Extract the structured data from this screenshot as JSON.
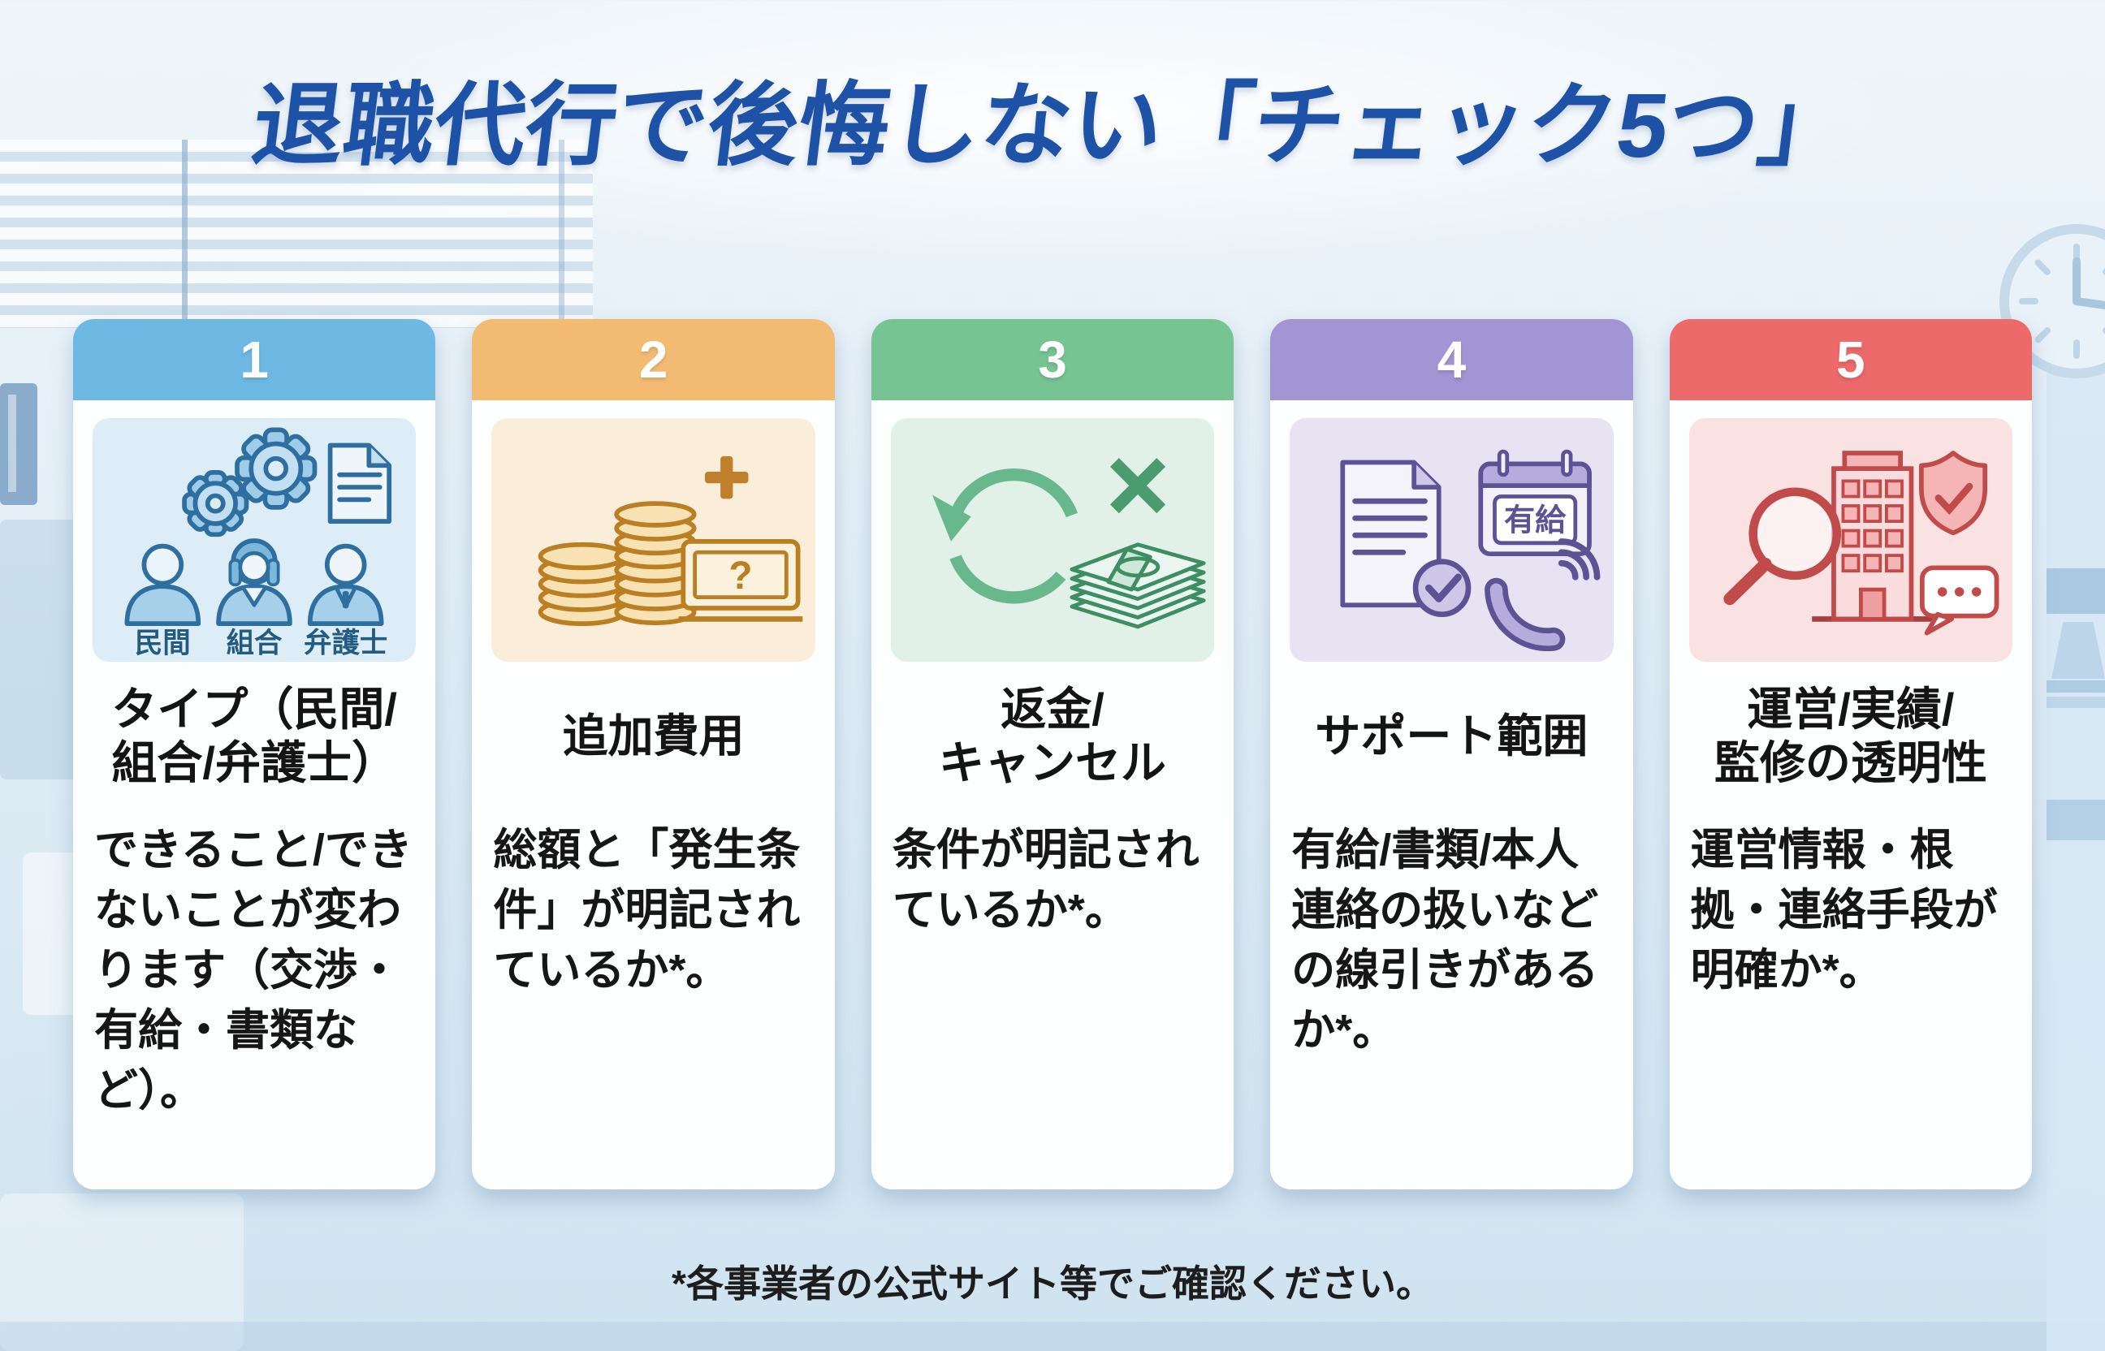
{
  "page": {
    "title": "退職代行で後悔しない「チェック5つ」",
    "title_color": "#1d52a6",
    "footnote": "*各事業者の公式サイト等でご確認ください。",
    "background": {
      "top": "#eef5fa",
      "bottom": "#cfe3f0"
    },
    "decor_icons": [
      "window-blinds",
      "wall-clock",
      "office-silhouette"
    ]
  },
  "cards": [
    {
      "number": "1",
      "title": "タイプ（民間/\n組合/弁護士）",
      "body": "できること/できないことが変わります（交渉・有給・書類など）。",
      "icon": "gears-document-people-icon",
      "labels": [
        "民間",
        "組合",
        "弁護士"
      ],
      "colors": {
        "header": "#6db9e3",
        "icon_bg": "#ddedf7",
        "accent": "#2f6f9f"
      }
    },
    {
      "number": "2",
      "title": "追加費用",
      "body": "総額と「発生条件」が明記されているか*。",
      "icon": "coins-banknote-question-icon",
      "banknote_symbol": "?",
      "colors": {
        "header": "#f3bb71",
        "icon_bg": "#faeedb",
        "accent": "#bb7f23"
      }
    },
    {
      "number": "3",
      "title": "返金/\nキャンセル",
      "body": "条件が明記されているか*。",
      "icon": "refund-arrows-money-icon",
      "colors": {
        "header": "#77c493",
        "icon_bg": "#e2f1e7",
        "accent": "#3e8e63"
      }
    },
    {
      "number": "4",
      "title": "サポート範囲",
      "body": "有給/書類/本人連絡の扱いなどの線引きがあるか*。",
      "icon": "document-calendar-phone-icon",
      "calendar_label": "有給",
      "colors": {
        "header": "#a295d3",
        "icon_bg": "#e7e3f3",
        "accent": "#5c5394"
      }
    },
    {
      "number": "5",
      "title": "運営/実績/\n監修の透明性",
      "body": "運営情報・根拠・連絡手段が明確か*。",
      "icon": "magnifier-building-shield-icon",
      "colors": {
        "header": "#ec6a6a",
        "icon_bg": "#fbe2e2",
        "accent": "#c14a4a"
      }
    }
  ]
}
